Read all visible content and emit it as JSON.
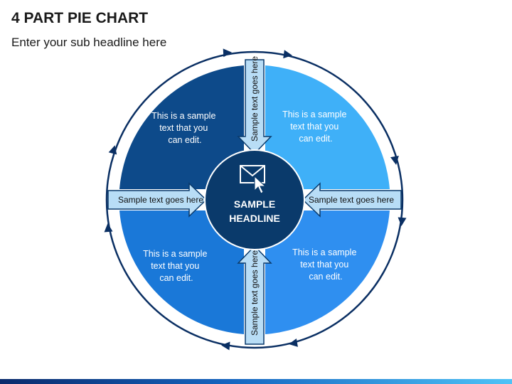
{
  "title": "4 PART PIE CHART",
  "subtitle": "Enter your sub headline here",
  "center": {
    "line1": "SAMPLE",
    "line2": "HEADLINE",
    "icon": "envelope-cursor-icon"
  },
  "quadrants": [
    {
      "id": "top-left",
      "lines": [
        "This is a sample",
        "text that you",
        "can edit."
      ],
      "color": "#0d4a8a"
    },
    {
      "id": "top-right",
      "lines": [
        "This is a sample",
        "text that you",
        "can edit."
      ],
      "color": "#3fb0f8"
    },
    {
      "id": "bottom-left",
      "lines": [
        "This is a sample",
        "text that you",
        "can edit."
      ],
      "color": "#1a78d8"
    },
    {
      "id": "bottom-right",
      "lines": [
        "This is a sample",
        "text that you",
        "can edit."
      ],
      "color": "#2f8ff0"
    }
  ],
  "arrows": {
    "top": "Sample text goes here",
    "bottom": "Sample text goes here",
    "left": "Sample text goes here",
    "right": "Sample text goes here"
  },
  "colors": {
    "center": "#0a3a6b",
    "arrow_fill": "#b8ddf6",
    "arrow_stroke": "#0a3a6b",
    "outer_ring": "#0a2f63",
    "bottom_bar_start": "#0a2a6b",
    "bottom_bar_end": "#4fc3f7"
  }
}
